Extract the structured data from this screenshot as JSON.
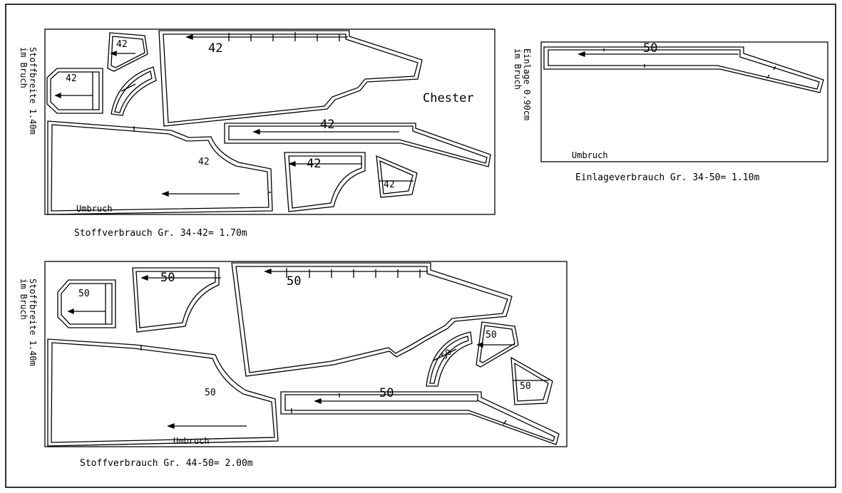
{
  "title": "Chester",
  "layout_top": {
    "side_label_1": "Stoffbreite 1.40m",
    "side_label_2": "im Bruch",
    "size": "42",
    "fold": "Umbruch",
    "consumption": "Stoffverbrauch Gr. 34-42= 1.70m"
  },
  "interfacing": {
    "side_label_1": "Einlage 0.90cm",
    "side_label_2": "im Bruch",
    "size": "50",
    "fold": "Umbruch",
    "consumption": "Einlageverbrauch Gr. 34-50= 1.10m"
  },
  "layout_bottom": {
    "side_label_1": "Stoffbreite 1.40m",
    "side_label_2": "im Bruch",
    "size": "50",
    "fold": "Umbruch",
    "consumption": "Stoffverbrauch Gr. 44-50= 2.00m"
  }
}
